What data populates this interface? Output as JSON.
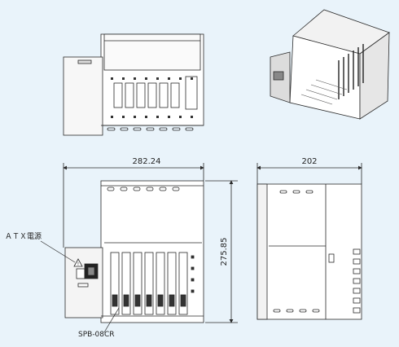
{
  "dimensions": {
    "width": "282.24",
    "depth": "202",
    "height": "275.85"
  },
  "labels": {
    "power_supply": "ＡＴＸ電源",
    "backplane": "SPB-08CR"
  },
  "colors": {
    "background": "#e9f3fa",
    "line": "#2a2a2a",
    "panel": "#ffffff",
    "shade": "#d9d9d9"
  }
}
